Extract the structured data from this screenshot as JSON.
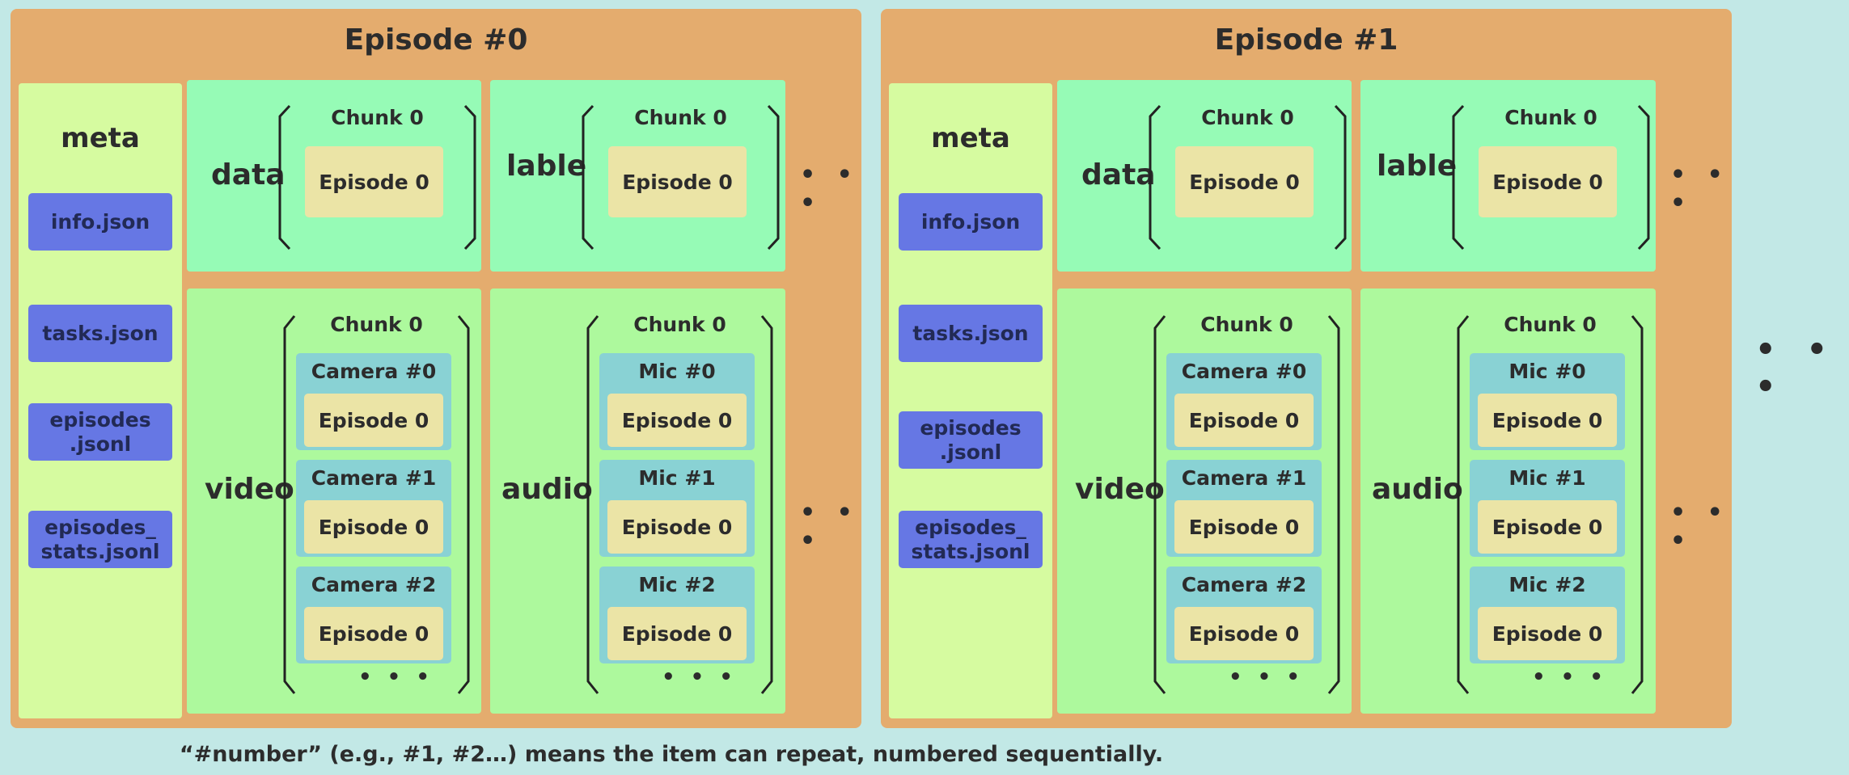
{
  "episodes": [
    {
      "title": "Episode #0",
      "meta": {
        "title": "meta",
        "files": [
          "info.json",
          "tasks.json",
          "episodes\n.jsonl",
          "episodes_\nstats.jsonl"
        ]
      },
      "data": {
        "label": "data",
        "chunk": "Chunk 0",
        "episode": "Episode 0"
      },
      "lable": {
        "label": "lable",
        "chunk": "Chunk 0",
        "episode": "Episode 0"
      },
      "video": {
        "label": "video",
        "chunk": "Chunk 0",
        "items": [
          {
            "title": "Camera #0",
            "episode": "Episode 0"
          },
          {
            "title": "Camera #1",
            "episode": "Episode 0"
          },
          {
            "title": "Camera #2",
            "episode": "Episode 0"
          }
        ]
      },
      "audio": {
        "label": "audio",
        "chunk": "Chunk 0",
        "items": [
          {
            "title": "Mic #0",
            "episode": "Episode 0"
          },
          {
            "title": "Mic #1",
            "episode": "Episode 0"
          },
          {
            "title": "Mic #2",
            "episode": "Episode 0"
          }
        ]
      },
      "ellipsis": "• • •"
    },
    {
      "title": "Episode #1",
      "meta": {
        "title": "meta",
        "files": [
          "info.json",
          "tasks.json",
          "episodes\n.jsonl",
          "episodes_\nstats.jsonl"
        ]
      },
      "data": {
        "label": "data",
        "chunk": "Chunk 0",
        "episode": "Episode 0"
      },
      "lable": {
        "label": "lable",
        "chunk": "Chunk 0",
        "episode": "Episode 0"
      },
      "video": {
        "label": "video",
        "chunk": "Chunk 0",
        "items": [
          {
            "title": "Camera #0",
            "episode": "Episode 0"
          },
          {
            "title": "Camera #1",
            "episode": "Episode 0"
          },
          {
            "title": "Camera #2",
            "episode": "Episode 0"
          }
        ]
      },
      "audio": {
        "label": "audio",
        "chunk": "Chunk 0",
        "items": [
          {
            "title": "Mic #0",
            "episode": "Episode 0"
          },
          {
            "title": "Mic #1",
            "episode": "Episode 0"
          },
          {
            "title": "Mic #2",
            "episode": "Episode 0"
          }
        ]
      },
      "ellipsis": "• • •"
    }
  ],
  "more_episodes": "• • •",
  "caption": "“#number” (e.g., #1, #2…) means the item can repeat, numbered sequentially.",
  "colors": {
    "background": "#c2e8e6",
    "episode": "#e4ac6e",
    "meta": "#d6fba0",
    "meta_file": "#6677e4",
    "top_panel": "#96fbb6",
    "bottom_panel": "#adf99d",
    "device": "#89d2d4",
    "episode_box": "#ebe4a6"
  }
}
